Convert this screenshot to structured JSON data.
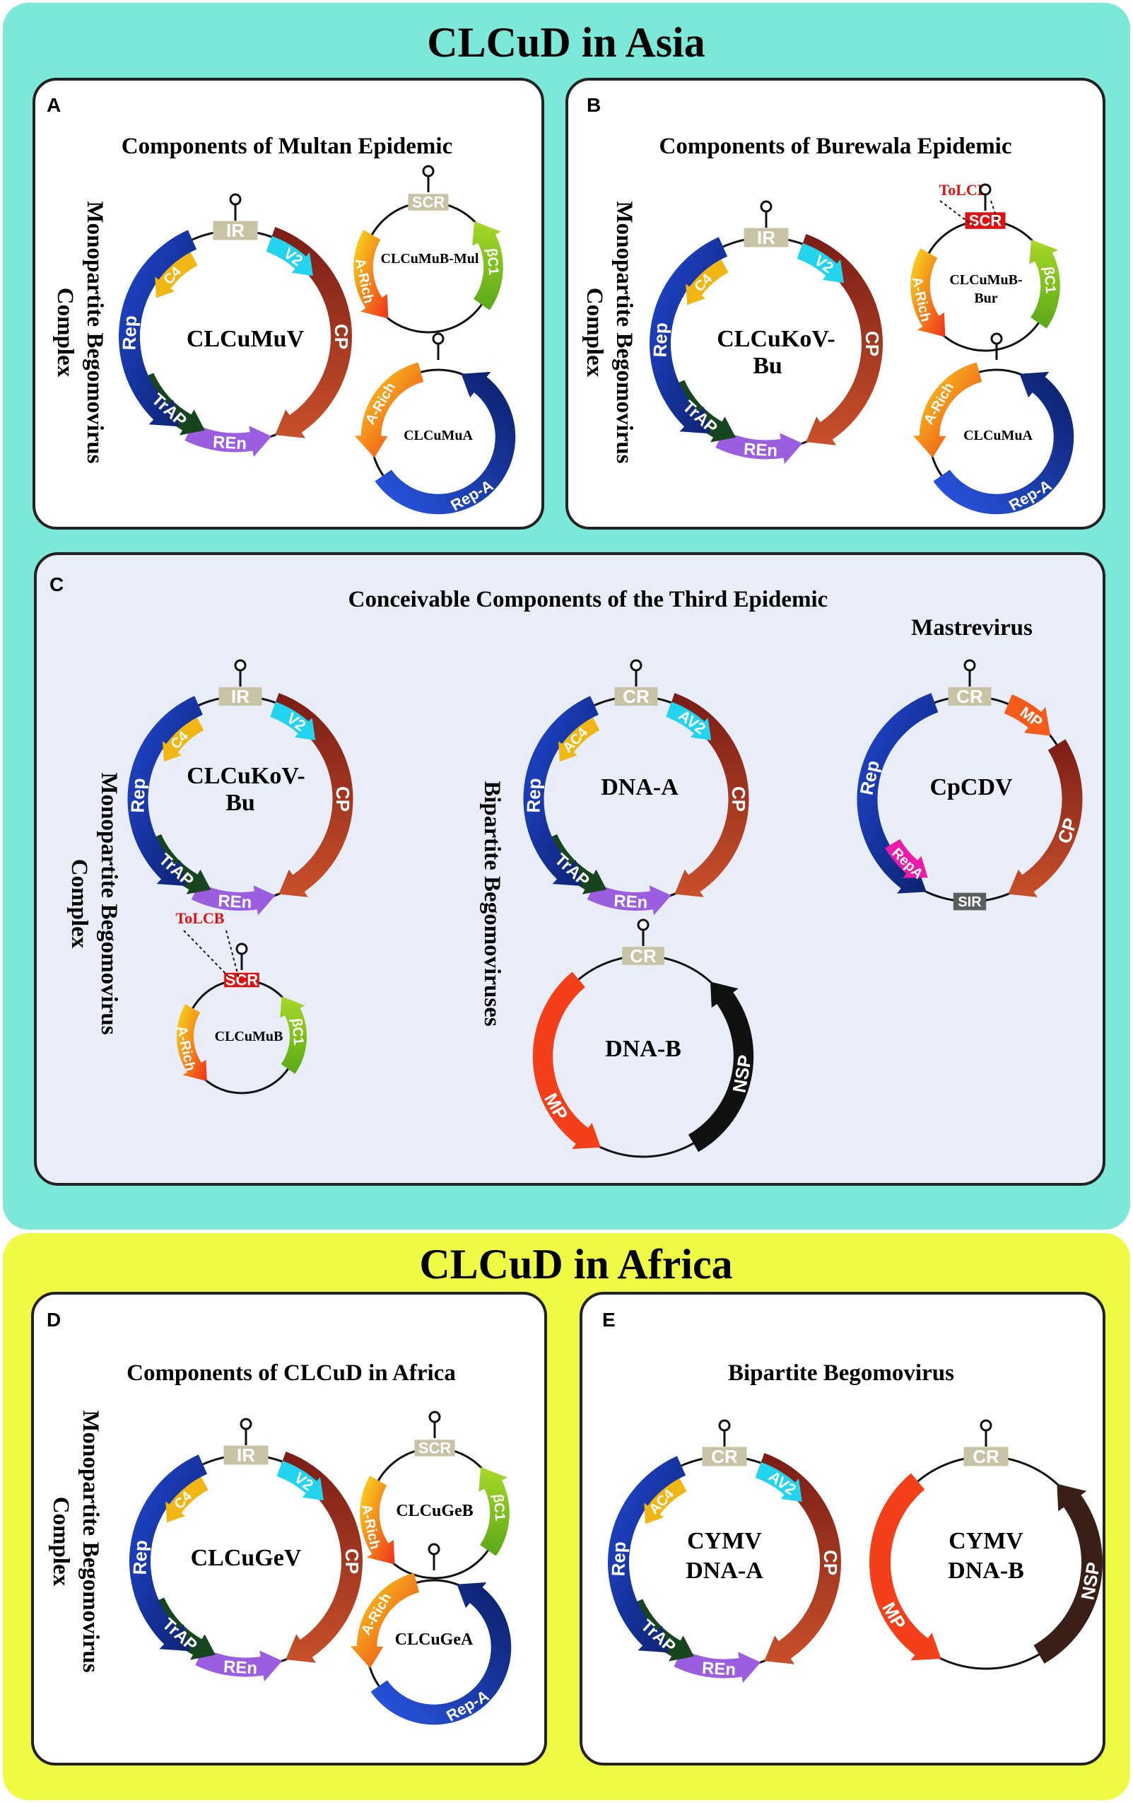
{
  "asia": {
    "title": "CLCuD in Asia",
    "background": "#7be8d8"
  },
  "africa": {
    "title": "CLCuD in Africa",
    "background": "#eefa44"
  },
  "panels": {
    "A": {
      "letter": "A",
      "title": "Components of Multan Epidemic",
      "side_label_1": "Monopartite Begomovirus",
      "side_label_2": "Complex",
      "virus": "CLCuMuV",
      "betasatellite": "CLCuMuB-Mul",
      "alphasatellite": "CLCuMuA"
    },
    "B": {
      "letter": "B",
      "title": "Components of Burewala Epidemic",
      "side_label_1": "Monopartite Begomovirus",
      "side_label_2": "Complex",
      "virus_line1": "CLCuKoV-",
      "virus_line2": "Bu",
      "betasatellite_line1": "CLCuMuB-",
      "betasatellite_line2": "Bur",
      "alphasatellite": "CLCuMuA",
      "recombinant": "ToLCB"
    },
    "C": {
      "letter": "C",
      "title": "Conceivable Components of the Third Epidemic",
      "mastrevirus_title": "Mastrevirus",
      "side_label_1": "Monopartite Begomovirus",
      "side_label_2": "Complex",
      "bipartite_label": "Bipartite Begomoviruses",
      "virus_line1": "CLCuKoV-",
      "virus_line2": "Bu",
      "betasatellite": "CLCuMuB",
      "recombinant": "ToLCB",
      "dna_a": "DNA-A",
      "dna_b": "DNA-B",
      "mastrevirus": "CpCDV"
    },
    "D": {
      "letter": "D",
      "title": "Components of CLCuD in Africa",
      "side_label_1": "Monopartite Begomovirus",
      "side_label_2": "Complex",
      "virus": "CLCuGeV",
      "betasatellite": "CLCuGeB",
      "alphasatellite": "CLCuGeA"
    },
    "E": {
      "letter": "E",
      "title": "Bipartite Begomovirus",
      "dna_a_line1": "CYMV",
      "dna_a_line2": "DNA-A",
      "dna_b_line1": "CYMV",
      "dna_b_line2": "DNA-B"
    }
  },
  "gene_labels": {
    "IR": "IR",
    "CR": "CR",
    "SCR": "SCR",
    "SIR": "SIR",
    "V2": "V2",
    "AV2": "AV2",
    "C4": "C4",
    "AC4": "AC4",
    "CP": "CP",
    "Rep": "Rep",
    "TrAP": "TrAP",
    "REn": "REn",
    "betaC1": "βC1",
    "ARich": "A-Rich",
    "RepA_alpha": "Rep-A",
    "MP": "MP",
    "NSP": "NSP",
    "RepA": "RepA"
  },
  "gene_colors": {
    "IR": "#c9c3a6",
    "V2": "#22d4ee",
    "C4": "#f0b614",
    "CP": "#a4322a",
    "Rep": "#1d3fae",
    "TrAP": "#16451e",
    "REn": "#9c5ee0",
    "SCR": "#c9c3a6",
    "SCR_recomb": "#e11010",
    "betaC1": "#78c51c",
    "ARich": "#f49420",
    "RepA_alpha": "#1e3aa0",
    "MP": "#f4401a",
    "NSP": "#111111",
    "NSP_E": "#3a1f16",
    "RepA": "#ec1aa8",
    "SIR": "#5a5e5c",
    "mp_mastre": "#f45a1a",
    "recomb_text": "#e11010"
  }
}
